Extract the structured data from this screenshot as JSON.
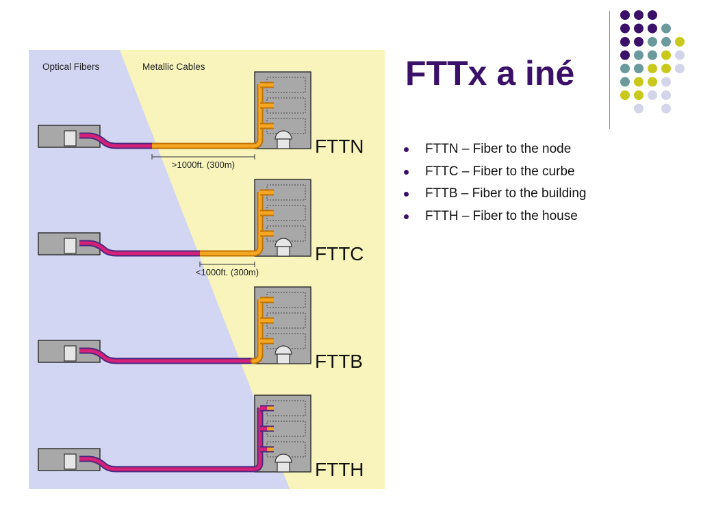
{
  "slide": {
    "title": "FTTx a iné",
    "bullets": [
      "FTTN – Fiber to the node",
      "FTTC – Fiber to the curbe",
      "FTTB – Fiber to the building",
      "FTTH – Fiber to the house"
    ]
  },
  "diagram": {
    "region_labels": {
      "optical": "Optical Fibers",
      "metallic": "Metallic Cables"
    },
    "rows": [
      {
        "label": "FTTN",
        "distance": ">1000ft. (300m)"
      },
      {
        "label": "FTTC",
        "distance": "<1000ft. (300m)"
      },
      {
        "label": "FTTB",
        "distance": ""
      },
      {
        "label": "FTTH",
        "distance": ""
      }
    ],
    "colors": {
      "optical_bg": "#d3d6f2",
      "metallic_bg": "#f8f4bc",
      "fiber": "#d6207a",
      "fiber_outline": "#4a2a7e",
      "copper": "#f5a623",
      "copper_outline": "#c07400",
      "building": "#a8a8a8"
    }
  },
  "palette_dots": [
    "#3a1068",
    "#6a9a9c",
    "#c9c81c",
    "#d4d4ea"
  ]
}
